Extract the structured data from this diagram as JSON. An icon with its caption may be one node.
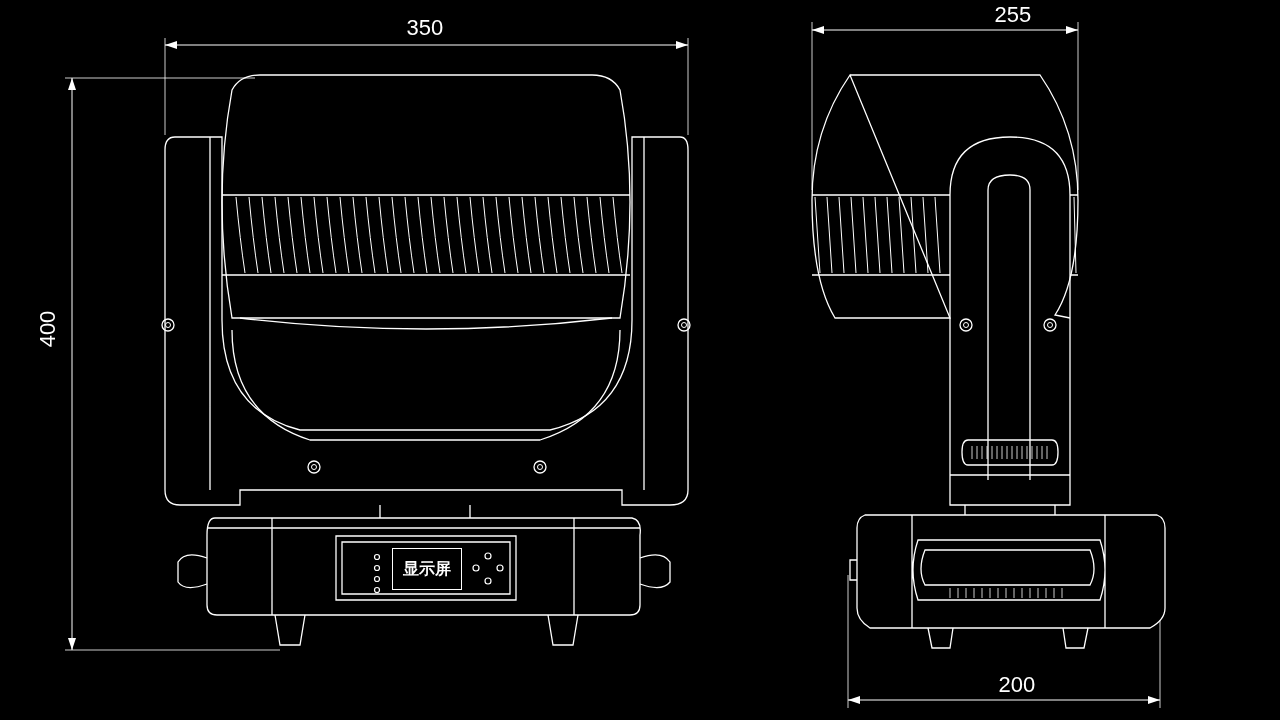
{
  "diagram": {
    "nodes": [
      {
        "text": [
          "显示屏"
        ]
      }
    ],
    "edges": [],
    "labels": [
      "350",
      "255",
      "400",
      "200"
    ]
  }
}
